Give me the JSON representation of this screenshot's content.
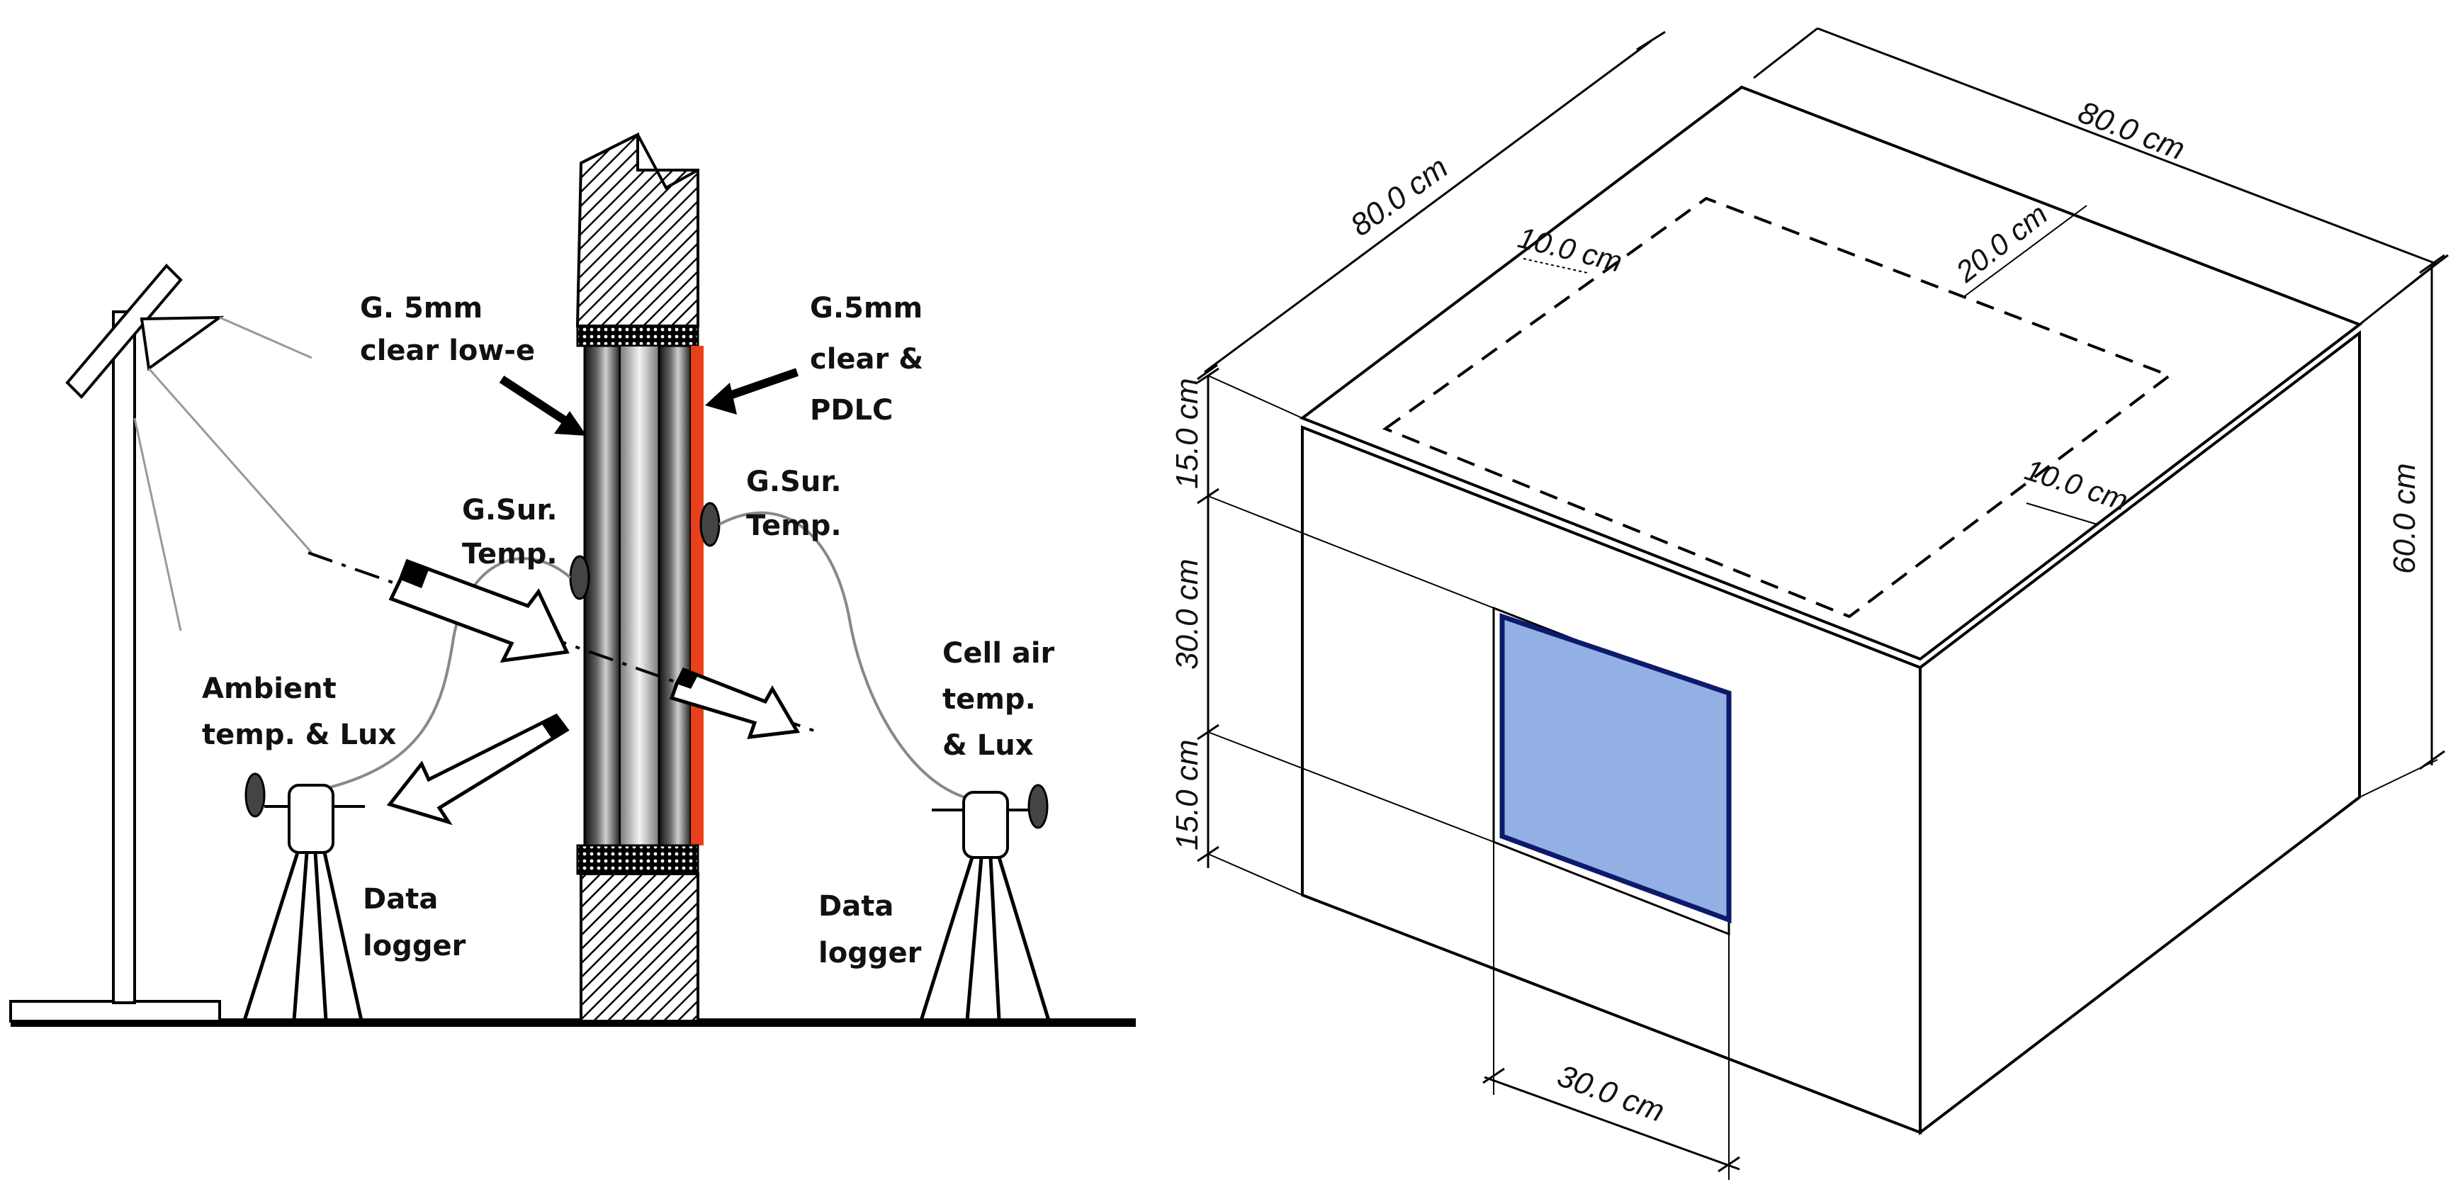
{
  "left_diagram": {
    "labels": {
      "glass_inner_1": "G. 5mm",
      "glass_inner_2": "clear low-e",
      "glass_outer_1": "G.5mm",
      "glass_outer_2": "clear &",
      "glass_outer_3": "PDLC",
      "surf_temp_left_1": "G.Sur.",
      "surf_temp_left_2": "Temp.",
      "surf_temp_right_1": "G.Sur.",
      "surf_temp_right_2": "Temp.",
      "ambient_1": "Ambient",
      "ambient_2": "temp. & Lux",
      "cell_air_1": "Cell air",
      "cell_air_2": "temp.",
      "cell_air_3": "& Lux",
      "logger_left_1": "Data",
      "logger_left_2": "logger",
      "logger_right_1": "Data",
      "logger_right_2": "logger"
    },
    "colors": {
      "pdlc_film": "#e8401a"
    }
  },
  "right_diagram": {
    "dimensions": {
      "top_width": "80.0 cm",
      "top_depth": "80.0 cm",
      "height": "60.0 cm",
      "opening_offset_left": "10.0 cm",
      "opening_offset_right": "20.0 cm",
      "opening_offset_front": "10.0 cm",
      "wall_upper": "15.0 cm",
      "wall_middle": "30.0 cm",
      "wall_lower": "15.0 cm",
      "window_width": "30.0 cm"
    },
    "colors": {
      "window_fill": "#93b0e4",
      "window_frame": "#0d1a6b"
    }
  }
}
